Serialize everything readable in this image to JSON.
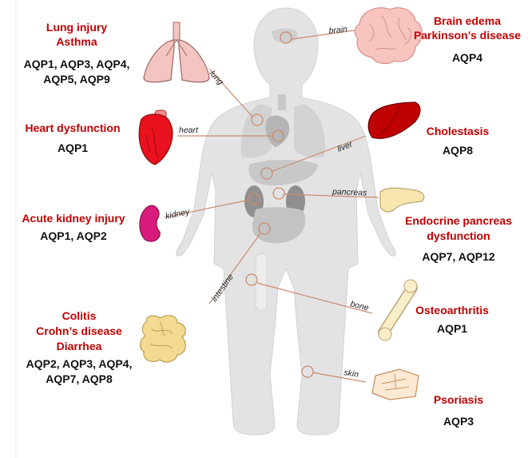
{
  "organs": {
    "brain": "brain",
    "lung": "lung",
    "heart": "heart",
    "liver": "liver",
    "pancreas": "pancreas",
    "kidney": "kidney",
    "intestine": "intestine",
    "bone": "bone",
    "skin": "skin"
  },
  "lung_group": {
    "disease1": "Lung injury",
    "disease2": "Asthma",
    "aqp1": "AQP1, AQP3, AQP4,",
    "aqp2": "AQP5, AQP9"
  },
  "brain_group": {
    "disease1": "Brain edema",
    "disease2": "Parkinson’s disease",
    "aqp": "AQP4"
  },
  "heart_group": {
    "disease": "Heart dysfunction",
    "aqp": "AQP1"
  },
  "liver_group": {
    "disease": "Cholestasis",
    "aqp": "AQP8"
  },
  "kidney_group": {
    "disease": "Acute kidney injury",
    "aqp": "AQP1, AQP2"
  },
  "pancreas_group": {
    "disease1": "Endocrine pancreas",
    "disease2": "dysfunction",
    "aqp": "AQP7, AQP12"
  },
  "bone_group": {
    "disease": "Osteoarthritis",
    "aqp": "AQP1"
  },
  "intestine_group": {
    "disease1": "Colitis",
    "disease2": "Crohn’s disease",
    "disease3": "Diarrhea",
    "aqp1": "AQP2, AQP3, AQP4,",
    "aqp2": "AQP7, AQP8"
  },
  "skin_group": {
    "disease": "Psoriasis",
    "aqp": "AQP3"
  },
  "colors": {
    "disease_text": "#c00000",
    "connector": "#c98c70",
    "body": "#e3e3e3"
  }
}
